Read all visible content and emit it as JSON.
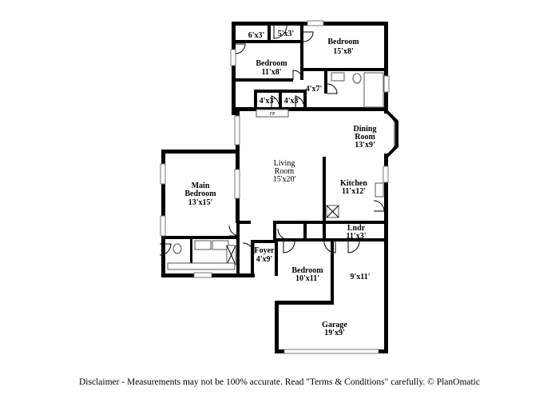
{
  "rooms": {
    "bedroom_ne": {
      "name": "Bedroom",
      "size": "15'x8'"
    },
    "closet_a": {
      "size": "6'x3'"
    },
    "closet_b": {
      "size": "5'x3'"
    },
    "bedroom_nw": {
      "name": "Bedroom",
      "size": "11'x8'"
    },
    "hall": {
      "size": "4'x7'"
    },
    "closet_c": {
      "size": "4'x3'"
    },
    "closet_d": {
      "size": "4'x3'"
    },
    "fireplace": {
      "label": "FP"
    },
    "dining": {
      "name_line1": "Dining",
      "name_line2": "Room",
      "size": "13'x9'"
    },
    "living": {
      "name_line1": "Living",
      "name_line2": "Room",
      "size": "15'x20'"
    },
    "kitchen": {
      "name": "Kitchen",
      "size": "11'x12'"
    },
    "main_bedroom": {
      "name_line1": "Main",
      "name_line2": "Bedroom",
      "size": "13'x15'"
    },
    "laundry": {
      "name": "Lndr",
      "size": "11'x3'"
    },
    "foyer": {
      "name": "Foyer",
      "size": "4'x9'"
    },
    "bedroom_s": {
      "name": "Bedroom",
      "size": "10'x11'"
    },
    "storage": {
      "size": "9'x11'"
    },
    "garage": {
      "name": "Garage",
      "size": "19'x9'"
    }
  },
  "disclaimer": "Disclaimer - Measurements may not be 100% accurate. Read \"Terms & Conditions\" carefully. © PlanOmatic"
}
